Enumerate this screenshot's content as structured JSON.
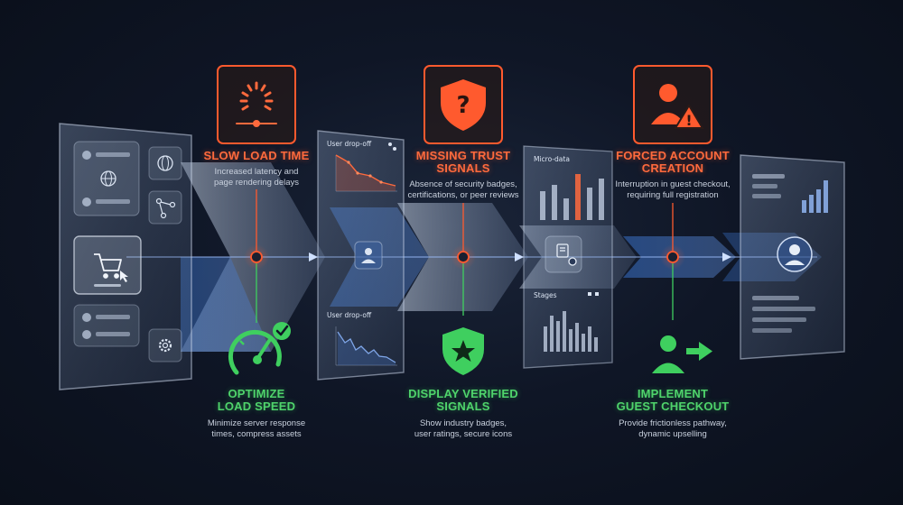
{
  "issues": [
    {
      "title_line1": "SLOW LOAD TIME",
      "title_line2": "",
      "desc_line1": "Increased latency and",
      "desc_line2": "page rendering delays",
      "icon": "loading-spinner-icon"
    },
    {
      "title_line1": "MISSING TRUST",
      "title_line2": "SIGNALS",
      "desc_line1": "Absence of security badges,",
      "desc_line2": "certifications, or peer reviews",
      "icon": "shield-question-icon"
    },
    {
      "title_line1": "FORCED ACCOUNT",
      "title_line2": "CREATION",
      "desc_line1": "Interruption in guest checkout,",
      "desc_line2": "requiring full registration",
      "icon": "user-warning-icon"
    }
  ],
  "solutions": [
    {
      "title_line1": "OPTIMIZE",
      "title_line2": "LOAD SPEED",
      "desc_line1": "Minimize server response",
      "desc_line2": "times, compress assets",
      "icon": "speedometer-check-icon"
    },
    {
      "title_line1": "DISPLAY VERIFIED",
      "title_line2": "SIGNALS",
      "desc_line1": "Show industry badges,",
      "desc_line2": "user ratings, secure icons",
      "icon": "shield-star-icon"
    },
    {
      "title_line1": "IMPLEMENT",
      "title_line2": "GUEST CHECKOUT",
      "desc_line1": "Provide frictionless pathway,",
      "desc_line2": "dynamic upselling",
      "icon": "user-arrow-icon"
    }
  ],
  "panels": {
    "dropoff_top_label": "User drop-off",
    "dropoff_bottom_label": "User drop-off",
    "micro_label": "Micro-data",
    "stages_label": "Stages"
  },
  "colors": {
    "issue": "#ff5a2e",
    "solution": "#3fcf5f",
    "flow": "#4a78c8",
    "panel": "#9fb2cf"
  }
}
